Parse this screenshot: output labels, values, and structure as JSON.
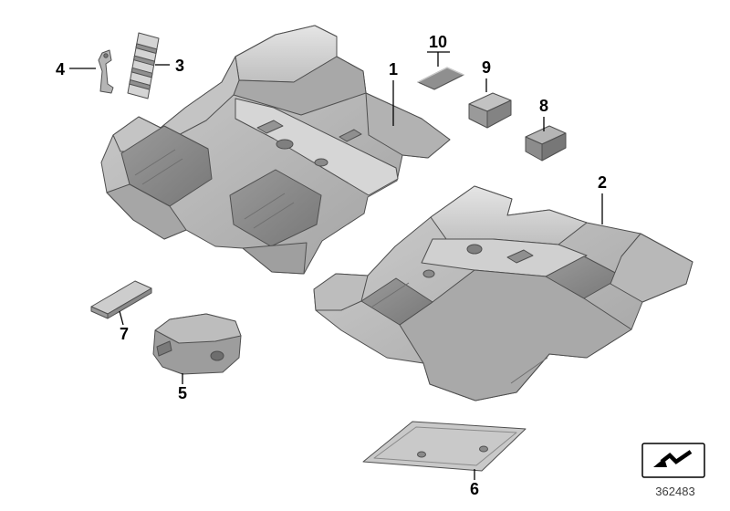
{
  "callouts": [
    {
      "label": "1"
    },
    {
      "label": "2"
    },
    {
      "label": "3"
    },
    {
      "label": "4"
    },
    {
      "label": "5"
    },
    {
      "label": "6"
    },
    {
      "label": "7"
    },
    {
      "label": "8"
    },
    {
      "label": "9"
    },
    {
      "label": "10"
    }
  ],
  "footer": {
    "diagram_number": "362483"
  },
  "icons": {
    "legend_box": "zigzag-direction-arrow-icon"
  },
  "colors": {
    "background": "#ffffff",
    "outline": "#4f4f4f",
    "leader_line": "#000000",
    "part_light": "#d6d6d6",
    "part_mid": "#b2b2b2",
    "part_dark": "#8a8a8a"
  }
}
